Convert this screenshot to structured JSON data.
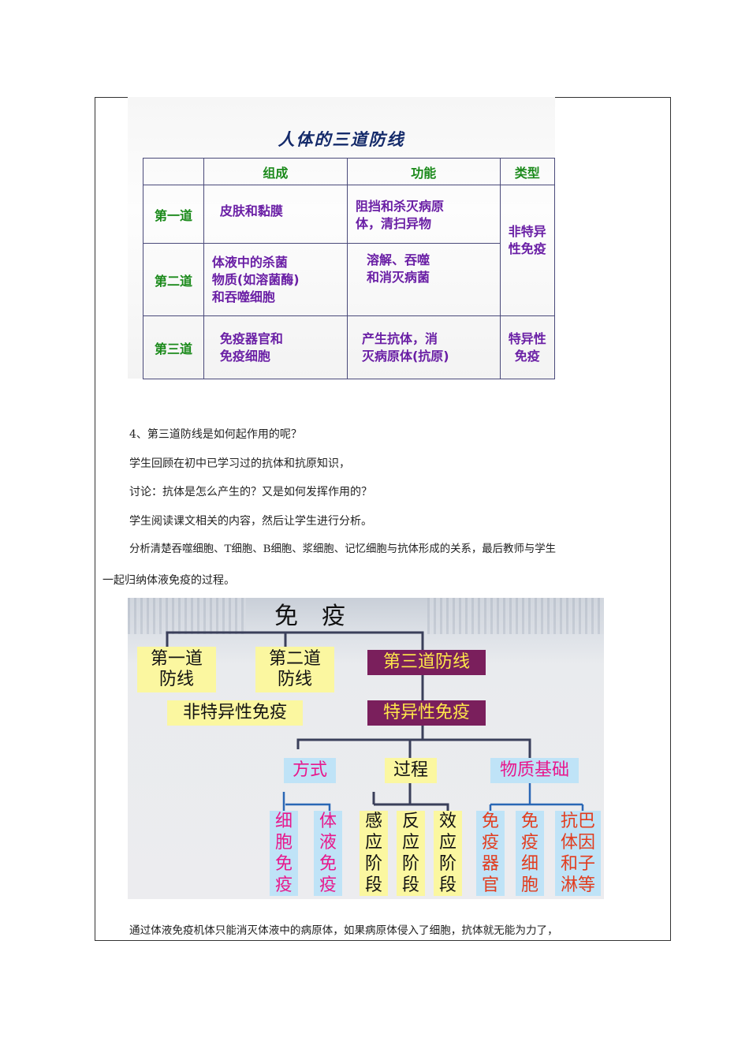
{
  "slide1": {
    "title": "人体的三道防线",
    "headers": [
      "",
      "组成",
      "功能",
      "类型"
    ],
    "rows": [
      {
        "name": "第一道",
        "composition": [
          "皮肤和黏膜"
        ],
        "function": [
          "阻挡和杀灭病原",
          "体，清扫异物"
        ]
      },
      {
        "name": "第二道",
        "composition": [
          "体液中的杀菌",
          "物质(如溶菌酶)",
          "和吞噬细胞"
        ],
        "function": [
          "溶解、吞噬",
          "和消灭病菌"
        ]
      },
      {
        "name": "第三道",
        "composition": [
          "免疫器官和",
          "免疫细胞"
        ],
        "function": [
          "产生抗体，消",
          "灭病原体(抗原)"
        ]
      }
    ],
    "types": [
      [
        "非特异",
        "性免疫"
      ],
      [
        "特异性",
        "免疫"
      ]
    ]
  },
  "paragraphs": [
    "4、第三道防线是如何起作用的呢？",
    "学生回顾在初中已学习过的抗体和抗原知识，",
    "讨论：抗体是怎么产生的？又是如何发挥作用的？",
    "学生阅读课文相关的内容，然后让学生进行分析。",
    "分析清楚吞噬细胞、T细胞、B细胞、浆细胞、记忆细胞与抗体形成的关系，最后教师与学生",
    "一起归纳体液免疫的过程。",
    "通过体液免疫机体只能消灭体液中的病原体，如果病原体侵入了细胞，抗体就无能为力了，"
  ],
  "slide2": {
    "root": "免　疫",
    "first": [
      "第一道",
      "防线"
    ],
    "second": [
      "第二道",
      "防线"
    ],
    "third": "第三道防线",
    "nonspecific": "非特异性免疫",
    "specific": "特异性免疫",
    "mode": "方式",
    "process": "过程",
    "material": "物质基础",
    "leaves": [
      {
        "chars": [
          "细",
          "胞",
          "免",
          "疫"
        ]
      },
      {
        "chars": [
          "体",
          "液",
          "免",
          "疫"
        ]
      },
      {
        "chars": [
          "感",
          "应",
          "阶",
          "段"
        ]
      },
      {
        "chars": [
          "反",
          "应",
          "阶",
          "段"
        ]
      },
      {
        "chars": [
          "效",
          "应",
          "阶",
          "段"
        ]
      },
      {
        "chars": [
          "免",
          "疫",
          "器",
          "官"
        ]
      },
      {
        "chars": [
          "免",
          "疫",
          "细",
          "胞"
        ]
      },
      {
        "chars": [
          "抗巴",
          "体因",
          "和子",
          "淋等"
        ]
      }
    ]
  }
}
